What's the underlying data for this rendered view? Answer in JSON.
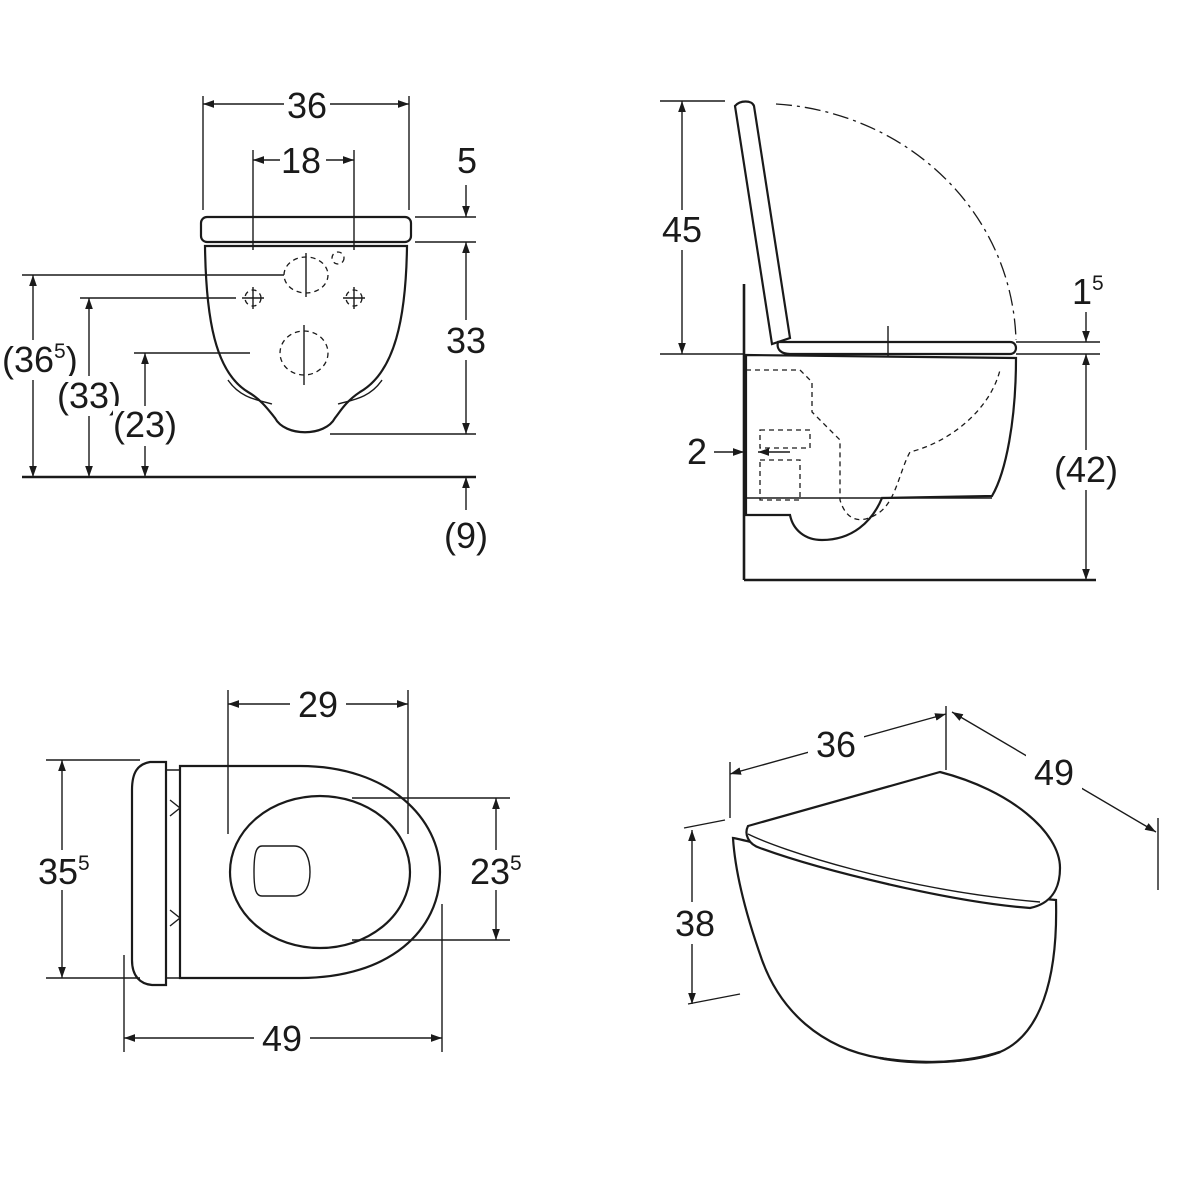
{
  "views": {
    "front": {
      "width": "36",
      "bolt_spacing": "18",
      "seat_thickness": "5",
      "bowl_height": "33",
      "height_inlet": {
        "main": "(36",
        "sup": "5",
        "close": ")"
      },
      "height_bolts": "(33)",
      "height_outlet": "(23)",
      "floor_gap": "(9)"
    },
    "side": {
      "lid_height": "45",
      "seat_gap": {
        "main": "1",
        "sup": "5"
      },
      "wall_offset": "2",
      "rim_height": "(42)"
    },
    "top": {
      "seat_width": "29",
      "width": {
        "main": "35",
        "sup": "5"
      },
      "bowl_width": {
        "main": "23",
        "sup": "5"
      },
      "length": "49"
    },
    "perspective": {
      "width": "36",
      "depth": "49",
      "height": "38"
    }
  }
}
